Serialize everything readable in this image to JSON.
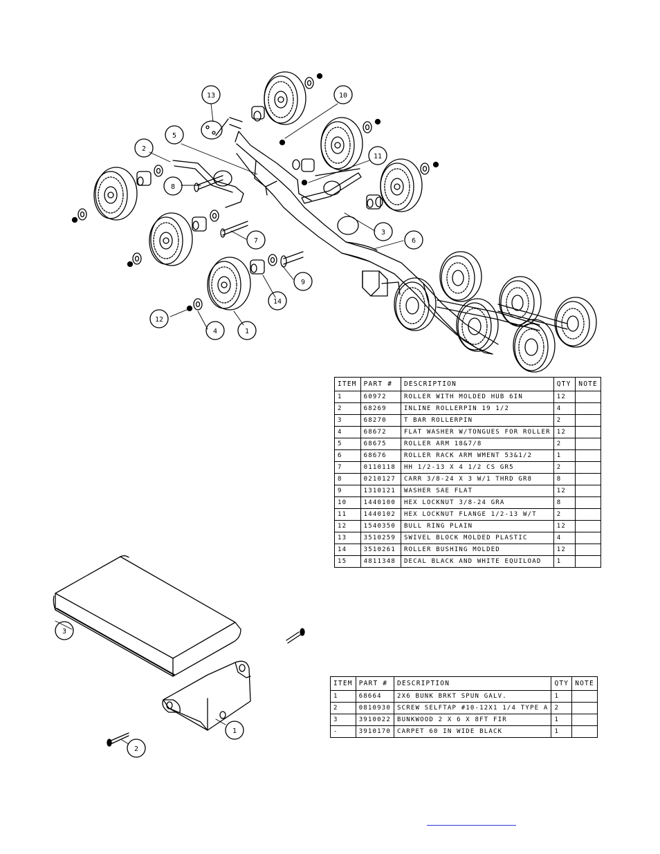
{
  "callouts_top": [
    "1",
    "2",
    "3",
    "4",
    "5",
    "6",
    "7",
    "8",
    "9",
    "10",
    "11",
    "12",
    "13",
    "14"
  ],
  "callouts_bottom": [
    "1",
    "2",
    "3"
  ],
  "parts_table_1": {
    "headers": [
      "ITEM",
      "PART #",
      "DESCRIPTION",
      "QTY",
      "NOTE"
    ],
    "rows": [
      [
        "1",
        "60972",
        "ROLLER WITH MOLDED HUB 6IN",
        "12",
        ""
      ],
      [
        "2",
        "68269",
        "INLINE ROLLERPIN 19 1/2",
        "4",
        ""
      ],
      [
        "3",
        "68270",
        "T BAR ROLLERPIN",
        "2",
        ""
      ],
      [
        "4",
        "68672",
        "FLAT WASHER W/TONGUES FOR ROLLER",
        "12",
        ""
      ],
      [
        "5",
        "68675",
        "ROLLER ARM 18&7/8",
        "2",
        ""
      ],
      [
        "6",
        "68676",
        "ROLLER RACK ARM WMENT 53&1/2",
        "1",
        ""
      ],
      [
        "7",
        "0110118",
        "HH 1/2-13 X 4 1/2 CS GR5",
        "2",
        ""
      ],
      [
        "8",
        "0210127",
        "CARR 3/8-24 X 3 W/1 THRD GR8",
        "8",
        ""
      ],
      [
        "9",
        "1310121",
        "WASHER SAE FLAT",
        "12",
        ""
      ],
      [
        "10",
        "1440100",
        "HEX LOCKNUT 3/8-24 GRA",
        "8",
        ""
      ],
      [
        "11",
        "1440102",
        "HEX LOCKNUT FLANGE 1/2-13 W/T",
        "2",
        ""
      ],
      [
        "12",
        "1540350",
        "BULL RING PLAIN",
        "12",
        ""
      ],
      [
        "13",
        "3510259",
        "SWIVEL BLOCK MOLDED PLASTIC",
        "4",
        ""
      ],
      [
        "14",
        "3510261",
        "ROLLER BUSHING MOLDED",
        "12",
        ""
      ],
      [
        "15",
        "4811348",
        "DECAL BLACK AND WHITE EQUILOAD",
        "1",
        ""
      ]
    ]
  },
  "parts_table_2": {
    "headers": [
      "ITEM",
      "PART #",
      "DESCRIPTION",
      "QTY",
      "NOTE"
    ],
    "rows": [
      [
        "1",
        "68664",
        "2X6 BUNK BRKT SPUN GALV.",
        "1",
        ""
      ],
      [
        "2",
        "0810930",
        "SCREW SELFTAP #10-12X1 1/4 TYPE A",
        "2",
        ""
      ],
      [
        "3",
        "3910022",
        "BUNKWOOD 2 X 6 X 8FT FIR",
        "1",
        ""
      ],
      [
        "-",
        "3910170",
        "CARPET 60 IN WIDE BLACK",
        "1",
        ""
      ]
    ]
  },
  "colors": {
    "line": "#000000",
    "link": "#2d35d8"
  }
}
